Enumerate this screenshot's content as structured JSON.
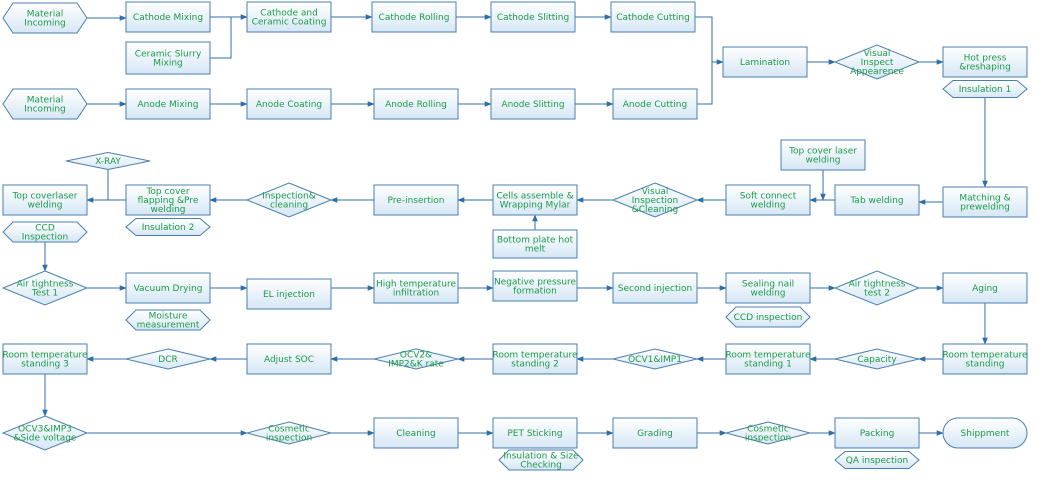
{
  "colors": {
    "box_fill_top": "#ffffff",
    "box_fill_bottom": "#d6e7f5",
    "border": "#4a7fb0",
    "connector": "#2f6fa8",
    "text": "#1e9a48"
  },
  "nodes": {
    "n1": {
      "shape": "hexagon",
      "text": "Material\nIncoming"
    },
    "n2": {
      "shape": "box",
      "text": "Cathode Mixing"
    },
    "n3": {
      "shape": "box",
      "text": "Cathode and\nCeramic Coating"
    },
    "n4": {
      "shape": "box",
      "text": "Cathode Rolling"
    },
    "n5": {
      "shape": "box",
      "text": "Cathode Slitting"
    },
    "n6": {
      "shape": "box",
      "text": "Cathode Cutting"
    },
    "n7": {
      "shape": "box",
      "text": "Ceramic Slurry\nMixing"
    },
    "n8": {
      "shape": "hexagon",
      "text": "Material\nIncoming"
    },
    "n9": {
      "shape": "box",
      "text": "Anode Mixing"
    },
    "n10": {
      "shape": "box",
      "text": "Anode Coating"
    },
    "n11": {
      "shape": "box",
      "text": "Anode Rolling"
    },
    "n12": {
      "shape": "box",
      "text": "Anode Slitting"
    },
    "n13": {
      "shape": "box",
      "text": "Anode Cutting"
    },
    "n14": {
      "shape": "box",
      "text": "Lamination"
    },
    "n15": {
      "shape": "diamond",
      "text": "Visual\nInspect\nAppearence"
    },
    "n16": {
      "shape": "box",
      "text": "Hot press\n&reshaping"
    },
    "n17": {
      "shape": "hexagon",
      "text": "Insulation 1"
    },
    "n18": {
      "shape": "box",
      "text": "Top cover laser\nwelding"
    },
    "n19": {
      "shape": "diamond",
      "text": "X-RAY"
    },
    "n20": {
      "shape": "box",
      "text": "Top coverlaser\nwelding"
    },
    "n21": {
      "shape": "box",
      "text": "Top cover\nflapping &Pre\nwelding"
    },
    "n22": {
      "shape": "hexagon",
      "text": "Insulation 2"
    },
    "n23": {
      "shape": "diamond",
      "text": "Inspection&\ncleaning"
    },
    "n24": {
      "shape": "box",
      "text": "Pre-insertion"
    },
    "n25": {
      "shape": "box",
      "text": "Cells assemble &\nWrapping Mylar"
    },
    "n26": {
      "shape": "box",
      "text": "Bottom plate hot\nmelt"
    },
    "n27": {
      "shape": "diamond",
      "text": "Visual\nInspection\n&Cleaning"
    },
    "n28": {
      "shape": "box",
      "text": "Soft connect\nwelding"
    },
    "n29": {
      "shape": "box",
      "text": "Tab welding"
    },
    "n30": {
      "shape": "box",
      "text": "Matching &\nprewelding"
    },
    "n31": {
      "shape": "hexagon",
      "text": "CCD\nInspection"
    },
    "n32": {
      "shape": "diamond",
      "text": "Air tightness\nTest 1"
    },
    "n33": {
      "shape": "box",
      "text": "Vacuum Drying"
    },
    "n34": {
      "shape": "hexagon",
      "text": "Moisture\nmeasurement"
    },
    "n35": {
      "shape": "box",
      "text": "EL injection"
    },
    "n36": {
      "shape": "box",
      "text": "High temperature\ninfiltration"
    },
    "n37": {
      "shape": "box",
      "text": "Negative pressure\nformation"
    },
    "n38": {
      "shape": "box",
      "text": "Second injection"
    },
    "n39": {
      "shape": "box",
      "text": "Sealing nail\nwelding"
    },
    "n40": {
      "shape": "hexagon",
      "text": "CCD inspection"
    },
    "n41": {
      "shape": "diamond",
      "text": "Air tightness\ntest 2"
    },
    "n42": {
      "shape": "box",
      "text": "Aging"
    },
    "n43": {
      "shape": "box",
      "text": "Room temperature\nstanding 3"
    },
    "n44": {
      "shape": "diamond",
      "text": "DCR"
    },
    "n45": {
      "shape": "box",
      "text": "Adjust SOC"
    },
    "n46": {
      "shape": "diamond",
      "text": "OCV2&\nIMP2&K rate"
    },
    "n47": {
      "shape": "box",
      "text": "Room temperature\nstanding 2"
    },
    "n48": {
      "shape": "diamond",
      "text": "OCV1&IMP1"
    },
    "n49": {
      "shape": "box",
      "text": "Room temperature\nstanding 1"
    },
    "n50": {
      "shape": "diamond",
      "text": "Capacity"
    },
    "n51": {
      "shape": "box",
      "text": "Room temperature\nstanding"
    },
    "n52": {
      "shape": "diamond",
      "text": "OCV3&IMP3\n&Side voltage"
    },
    "n53": {
      "shape": "diamond",
      "text": "Cosmetic\ninspection"
    },
    "n54": {
      "shape": "box",
      "text": "Cleaning"
    },
    "n55": {
      "shape": "box",
      "text": "PET Sticking"
    },
    "n56": {
      "shape": "hexagon",
      "text": "Insulation & Size\nChecking"
    },
    "n57": {
      "shape": "box",
      "text": "Grading"
    },
    "n58": {
      "shape": "diamond",
      "text": "Cosmetic\ninspection"
    },
    "n59": {
      "shape": "box",
      "text": "Packing"
    },
    "n60": {
      "shape": "hexagon",
      "text": "QA inspection"
    },
    "n61": {
      "shape": "terminal",
      "text": "Shippment"
    }
  }
}
